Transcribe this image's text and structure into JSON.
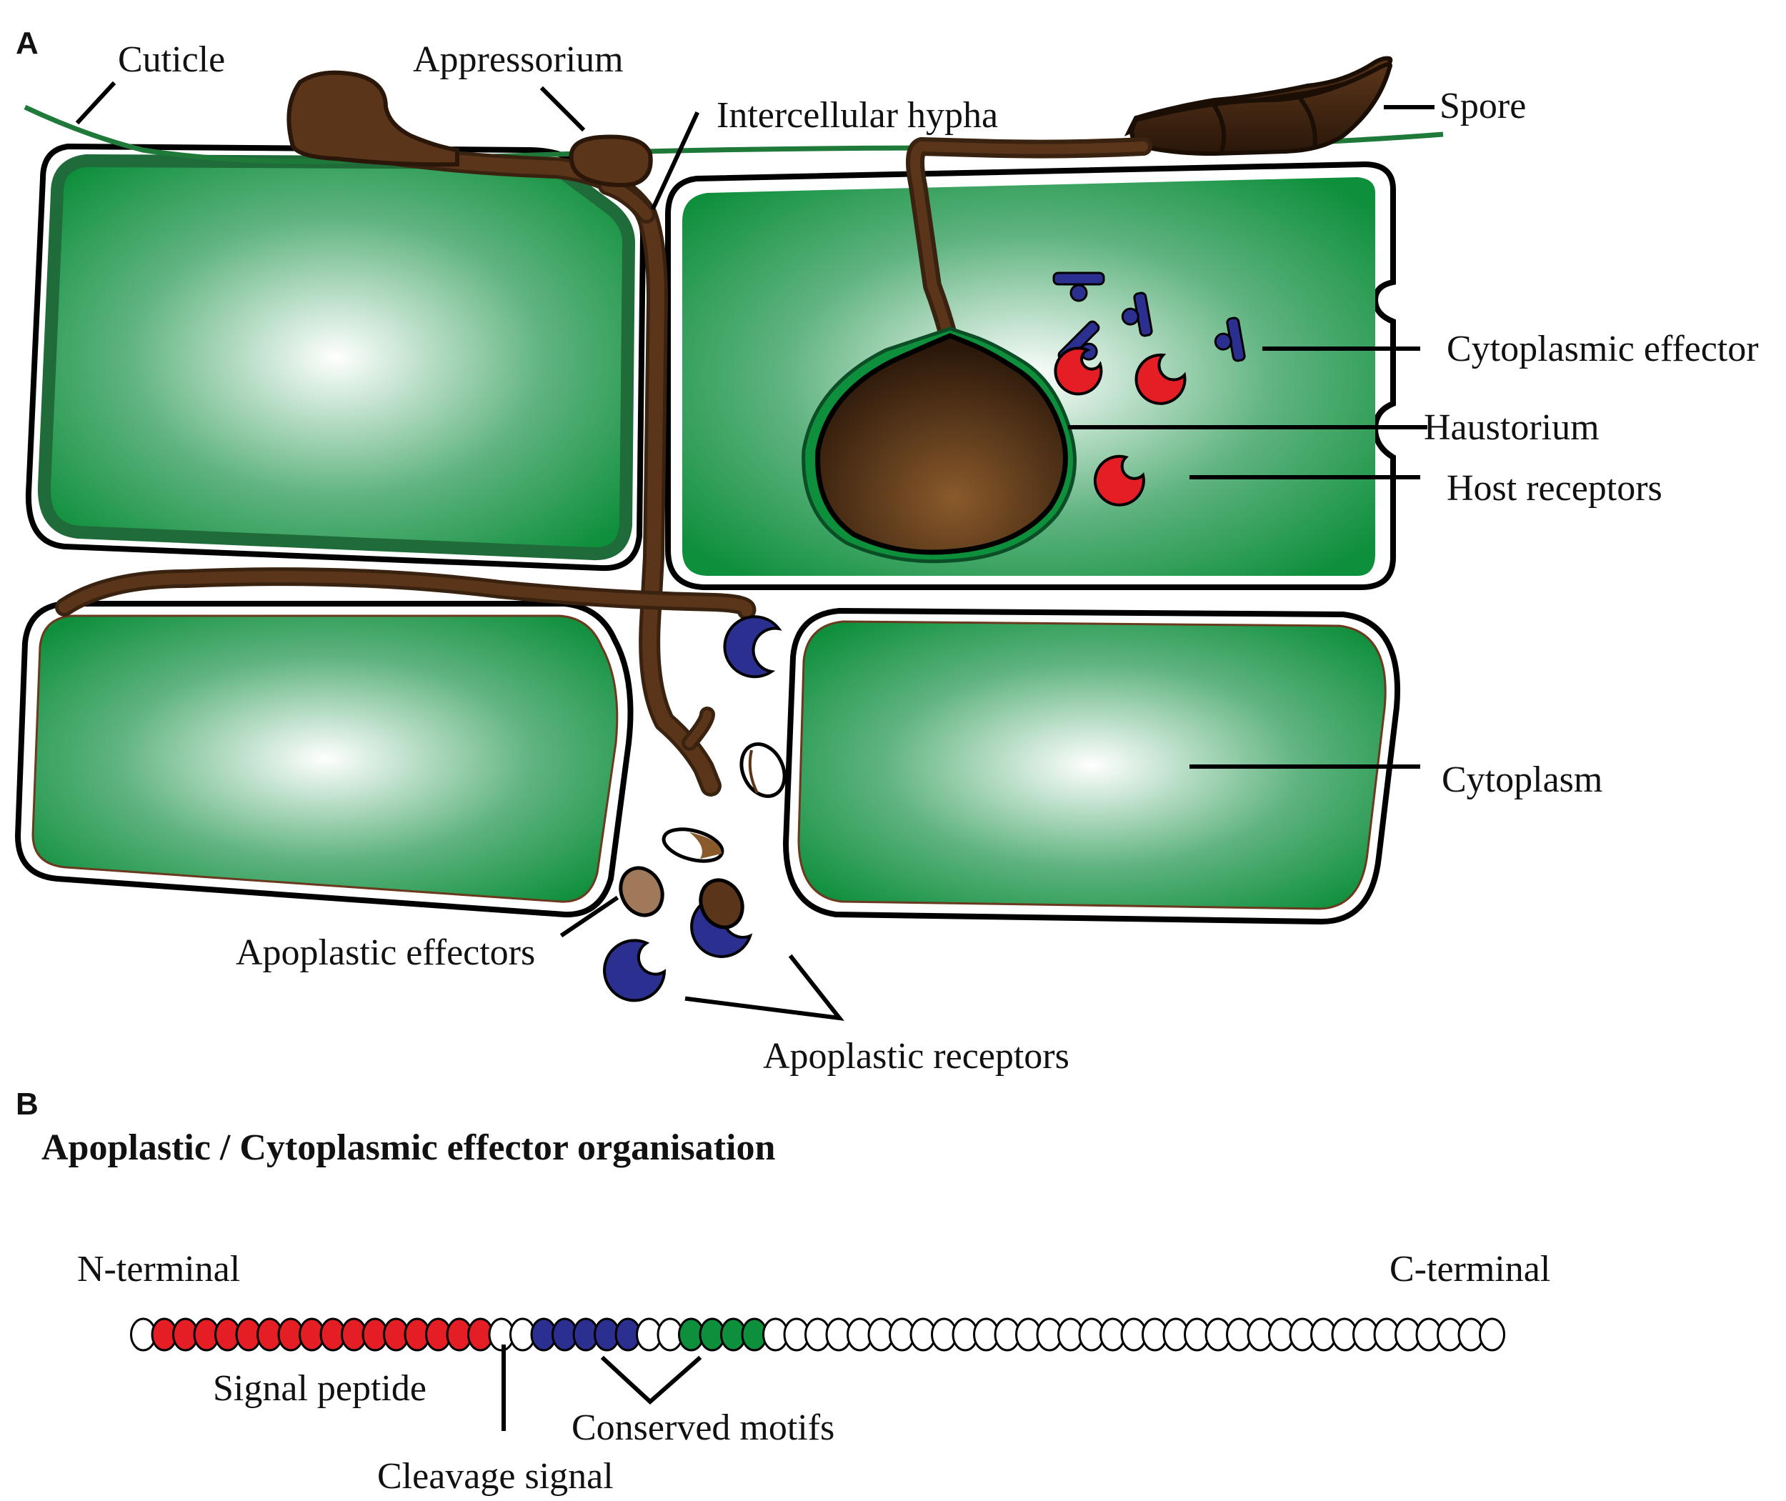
{
  "panel_a": {
    "letter": "A",
    "labels": {
      "cuticle": "Cuticle",
      "appressorium": "Appressorium",
      "intercellular_hypha": "Intercellular hypha",
      "spore": "Spore",
      "cytoplasmic_effector": "Cytoplasmic effector",
      "haustorium": "Haustorium",
      "host_receptors": "Host receptors",
      "cytoplasm": "Cytoplasm",
      "apoplastic_effectors": "Apoplastic effectors",
      "apoplastic_receptors": "Apoplastic receptors"
    }
  },
  "panel_b": {
    "letter": "B",
    "title": "Apoplastic / Cytoplasmic effector organisation",
    "n_terminal": "N-terminal",
    "c_terminal": "C-terminal",
    "signal_peptide": "Signal peptide",
    "cleavage_signal": "Cleavage signal",
    "conserved_motifs": "Conserved motifs",
    "sequence": {
      "signal_peptide_residues": 16,
      "spacer_residues": 2,
      "motif1_residues": 5,
      "spacer2_residues": 2,
      "motif2_residues": 4,
      "remaining_residues": 35
    }
  },
  "colors": {
    "cytoplasm_green": "#0e8f3c",
    "fungus_brown": "#5a3519",
    "fungus_dark": "#3a2210",
    "cuticle_green": "#1f7a3a",
    "host_receptor_red": "#e51e25",
    "effector_blue": "#2b2f8f",
    "signal_peptide_red": "#e51e25",
    "motif_blue": "#2b2f8f",
    "motif_green": "#0e8f3c"
  }
}
